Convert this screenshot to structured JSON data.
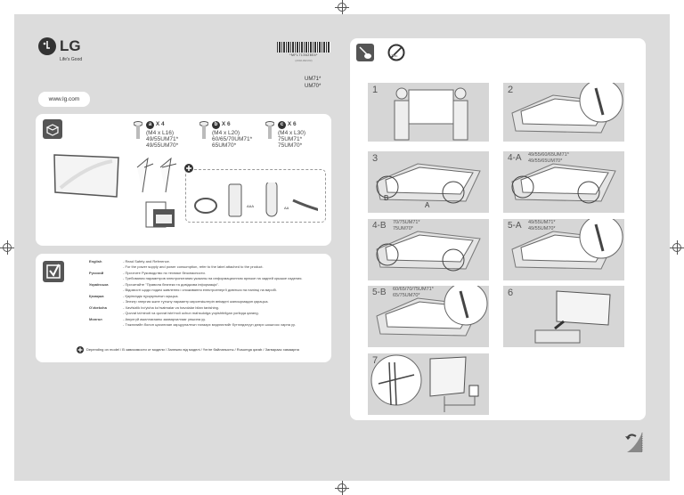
{
  "header": {
    "brand": "LG",
    "tagline": "Life's Good",
    "website": "www.lg.com",
    "barcode_number": "*MFL71362804*",
    "barcode_rev": "(2002-REV03)",
    "models": [
      "UM71*",
      "UM70*"
    ]
  },
  "accessories": {
    "screws": [
      {
        "letter": "a",
        "qty": "X 4",
        "size": "(M4 x L16)",
        "models": [
          "49/55UM71*",
          "49/55UM70*"
        ]
      },
      {
        "letter": "b",
        "qty": "X 6",
        "size": "(M4 x L20)",
        "models": [
          "60/65/70UM71*",
          "65UM70*"
        ]
      },
      {
        "letter": "c",
        "qty": "X 6",
        "size": "(M4 x L30)",
        "models": [
          "75UM71*",
          "75UM70*"
        ]
      }
    ],
    "battery_labels": [
      "AAA",
      "AA"
    ]
  },
  "safety": {
    "languages": [
      {
        "name": "English",
        "lines": [
          "- Read Safety and Reference.",
          "- For the power supply and power consumption, refer to the label attached to the product."
        ]
      },
      {
        "name": "Русский",
        "lines": [
          "- Прочтите Руководство по технике безопасности.",
          "- Требования параметров электропитания указаны на информационном ярлыке на задней крышке изделия."
        ]
      },
      {
        "name": "Українська",
        "lines": [
          "- Прочитайте \"Правила безпеки та довідкова інформація\".",
          "- Відомості щодо подачі живлення і споживання електроенергії дивіться на наліпці на виробі."
        ]
      },
      {
        "name": "Қазақша",
        "lines": [
          "- Қауіпсіздік нұсқаулығын оқыңыз.",
          "- Электр энергия және тұтыну параметр көрсеткіштерін өнімдегі жапсырмадан қараңыз."
        ]
      },
      {
        "name": "O'zbekcha",
        "lines": [
          "- Xavfsizlik bo'yicha ko'rsatmalar va havolalar bilan tanishing.",
          "- Quvvat ta'minoti va quvvat iste'moli uchun mahsulotga yopishtirilgan yorliqqa qarang."
        ]
      },
      {
        "name": "Монгол",
        "lines": [
          "- Аюулгүй ажиллагааны зааварчилгааг уншина уу.",
          "- Тэжээлийн болон цахилгаан зарцуулалтын талаарх мэдээллийг бүтээгдэхүүн дээрх шошгоос харна уу."
        ]
      }
    ],
    "note": "Depending on model / В зависимости от модели / Залежно від моделі / Үлгіге байланысты / Rusumga qarab / Загвараас хамаарна"
  },
  "steps": [
    {
      "num": "1",
      "models": []
    },
    {
      "num": "2",
      "models": []
    },
    {
      "num": "3",
      "models": [],
      "labels": [
        "B",
        "A"
      ]
    },
    {
      "num": "4-A",
      "models": [
        "49/55/60/65UM71*",
        "49/55/65UM70*"
      ]
    },
    {
      "num": "4-B",
      "models": [
        "70/75UM71*",
        "75UM70*"
      ]
    },
    {
      "num": "5-A",
      "models": [
        "49/55UM71*",
        "49/55UM70*"
      ]
    },
    {
      "num": "5-B",
      "models": [
        "60/65/70/75UM71*",
        "65/75UM70*"
      ]
    },
    {
      "num": "6",
      "models": []
    },
    {
      "num": "7",
      "models": []
    }
  ]
}
